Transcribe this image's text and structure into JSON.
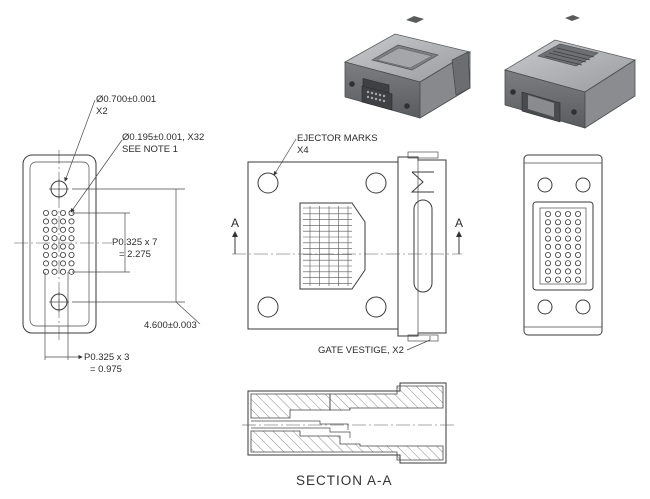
{
  "annotations": {
    "hole_dia": "Ø0.700±0.001",
    "hole_qty": "X2",
    "pin_dia": "Ø0.195±0.001, X32",
    "see_note": "SEE NOTE 1",
    "pitch_v": "P0.325 x 7",
    "pitch_v_total": "= 2.275",
    "overall_len": "4.600±0.003",
    "pitch_h": "P0.325 x 3",
    "pitch_h_total": "= 0.975",
    "ejector": "EJECTOR MARKS",
    "ejector_qty": "X4",
    "section_mark": "A",
    "gate": "GATE VESTIGE, X2",
    "section_title": "SECTION  A-A"
  },
  "colors": {
    "line": "#3a3a3a",
    "body_gray": "#8e8f93",
    "body_light": "#b9babd",
    "body_dark": "#5c5d61"
  }
}
